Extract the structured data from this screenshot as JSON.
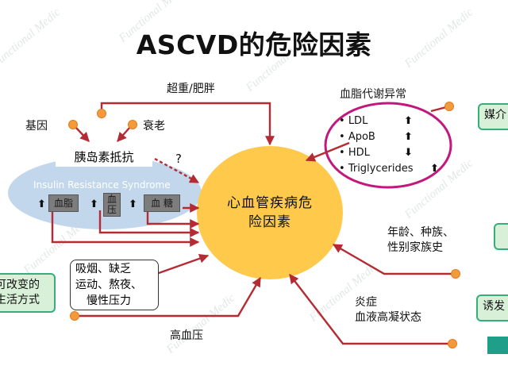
{
  "title": "ASCVD的危险因素",
  "center": {
    "line1": "心血管疾病危",
    "line2": "险因素"
  },
  "factors": {
    "overweight": "超重/肥胖",
    "genetics": "基因",
    "aging": "衰老",
    "insulin_resistance": "胰岛素抵抗",
    "question_mark": "?",
    "syndrome": "Insulin Resistance Syndrome",
    "syndrome_items": {
      "lipid": "血脂",
      "pressure_1": "血",
      "pressure_2": "压",
      "sugar": "血 糖"
    },
    "lifestyle_habits": [
      "吸烟、缺乏",
      "运动、熬夜、",
      "慢性压力"
    ],
    "hypertension": "高血压",
    "demographics": [
      "年龄、种族、",
      "性别家族史"
    ],
    "inflammation": [
      "炎症",
      "血液高凝状态"
    ],
    "dyslipidemia_title": "血脂代谢异常"
  },
  "lipids": [
    {
      "name": "LDL",
      "direction": "up"
    },
    {
      "name": "ApoB",
      "direction": "up"
    },
    {
      "name": "HDL",
      "direction": "down"
    },
    {
      "name": "Triglycerides",
      "direction": "up"
    }
  ],
  "left_box": [
    "可改变的",
    "生活方式"
  ],
  "right_boxes": {
    "top": "媒介",
    "middle": "诱发"
  },
  "watermark": "Functional Medic",
  "colors": {
    "arrow": "#b52b33",
    "center_circle": "#ffc94b",
    "syndrome_ellipse": "#bcd3ea",
    "lipid_ring": "#c2187e",
    "green_border": "#36ad7a",
    "green_fill": "#d8efd8"
  },
  "icons": {
    "up": "arrow-up-icon",
    "down": "arrow-down-icon",
    "node": "orange-dot-icon"
  }
}
